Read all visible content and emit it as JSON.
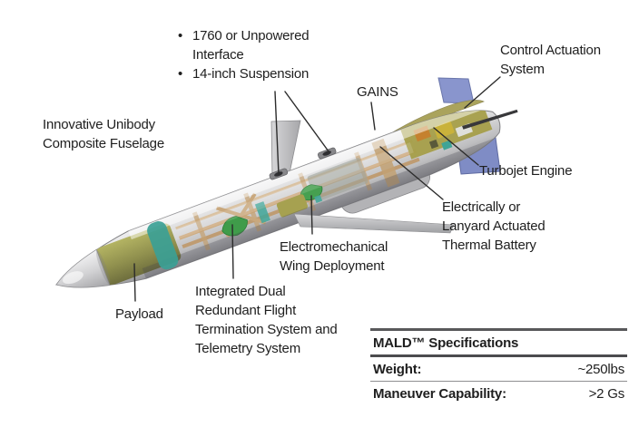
{
  "labels": {
    "bullet_glyph": "•",
    "interface_items": [
      "1760 or Unpowered Interface",
      "14-inch Suspension"
    ],
    "fuselage": "Innovative Unibody Composite Fuselage",
    "gains": "GAINS",
    "control_actuation": "Control Actuation System",
    "turbojet_engine": "Turbojet Engine",
    "thermal_battery": "Electrically or Lanyard Actuated Thermal Battery",
    "wing_deployment": "Electromechanical Wing Deployment",
    "payload": "Payload",
    "flight_termination": "Integrated Dual Redundant Flight Termination System and Telemetry System"
  },
  "spec_table": {
    "title": "MALD™ Specifications",
    "rows": [
      {
        "label": "Weight:",
        "value": "~250lbs"
      },
      {
        "label": "Maneuver Capability:",
        "value": ">2 Gs"
      }
    ]
  },
  "illustration": {
    "colors": {
      "fin_blue": "#8894cc",
      "body_gray": "#cfcfd1",
      "payload_olive": "#9a9a54",
      "ring_teal": "#3ba095",
      "internal_tan": "#c9a87d",
      "component_green": "#3f9c4a"
    }
  }
}
